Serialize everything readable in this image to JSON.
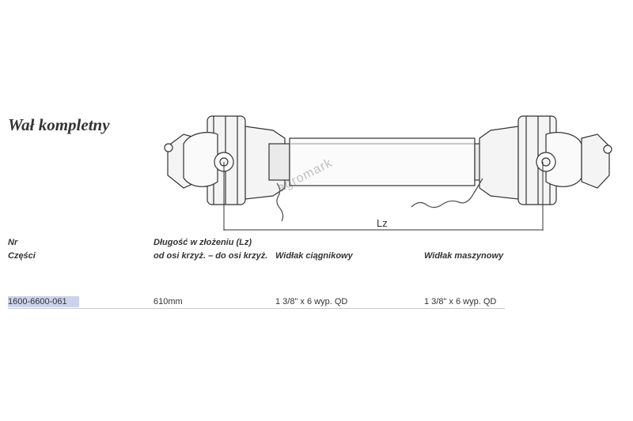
{
  "title": "Wał kompletny",
  "drawing": {
    "dimension_label": "Lz"
  },
  "watermark": "agromark",
  "table": {
    "headers": {
      "nr_line1": "Nr",
      "nr_line2": "Części",
      "length_line1": "Długość w złożeniu (Lz)",
      "length_line2": "od osi krzyż. – do osi krzyż.",
      "tractor_yoke": "Widłak ciągnikowy",
      "machine_yoke": "Widłak maszynowy"
    },
    "rows": [
      {
        "nr": "1600-6600-061",
        "length": "610mm",
        "tractor_yoke": "1 3/8\" x 6 wyp. QD",
        "machine_yoke": "1 3/8\" x 6 wyp. QD"
      }
    ]
  }
}
